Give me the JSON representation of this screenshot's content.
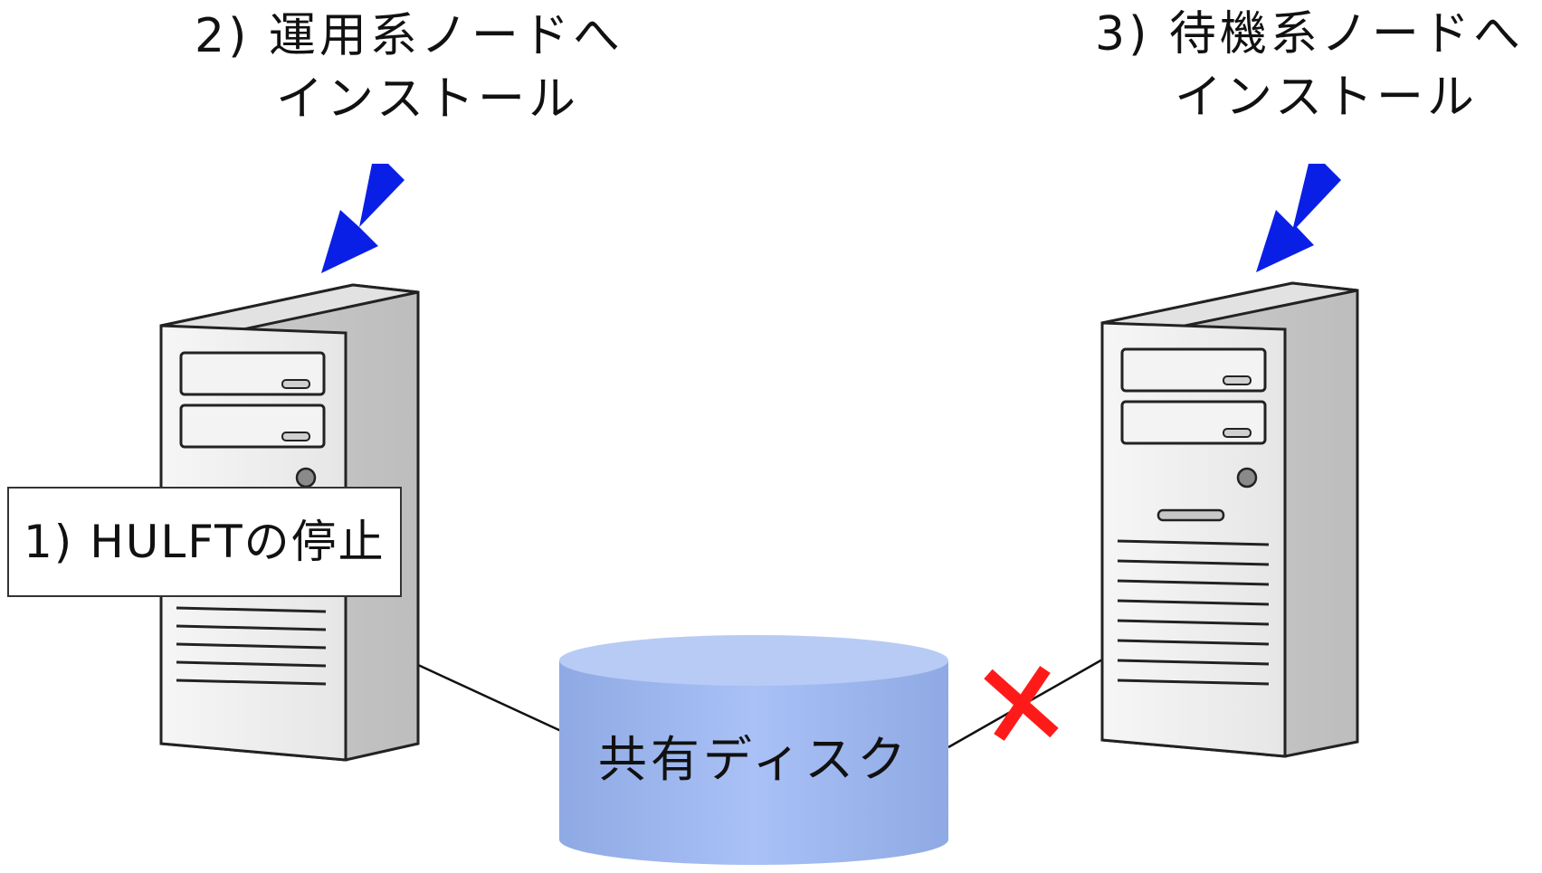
{
  "labels": {
    "active_install_line1": "2) 運用系ノードへ",
    "active_install_line2": "インストール",
    "standby_install_line1": "3) 待機系ノードへ",
    "standby_install_line2": "インストール",
    "stop_hulft": "1) HULFTの停止",
    "shared_disk": "共有ディスク"
  },
  "icons": {
    "active_server": "server-tower-icon",
    "standby_server": "server-tower-icon",
    "shared_disk": "database-cylinder-icon",
    "active_arrow": "arrow-down-left-icon",
    "standby_arrow": "arrow-down-left-icon",
    "disconnected": "cross-mark-icon"
  },
  "colors": {
    "arrow": "#0a1fe6",
    "cross": "#ff1a1a",
    "disk_fill": "#9fb8ee",
    "disk_top": "#b7cbf5",
    "server_face": "#efefef",
    "server_side": "#d6d6d6",
    "server_top": "#e4e4e4",
    "outline": "#222222"
  }
}
